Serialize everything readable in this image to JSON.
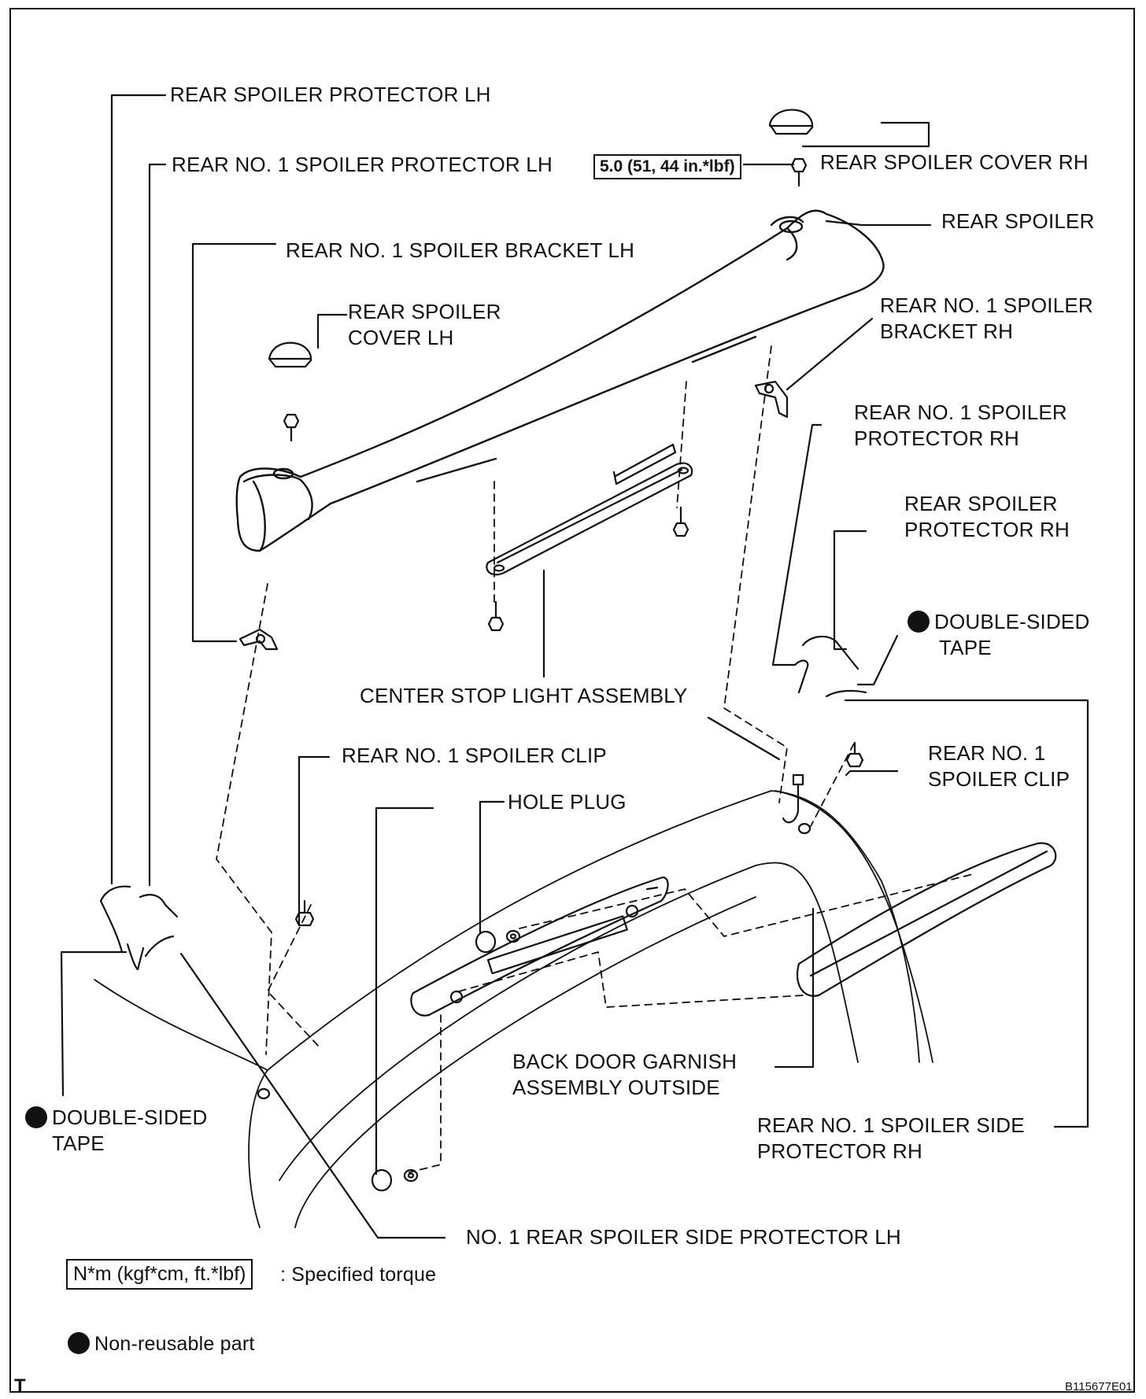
{
  "labels": {
    "rear_spoiler_protector_lh": "REAR SPOILER PROTECTOR LH",
    "rear_no1_spoiler_protector_lh": "REAR NO. 1 SPOILER PROTECTOR LH",
    "torque_box": "5.0 (51, 44 in.*lbf)",
    "rear_spoiler_cover_rh": "REAR SPOILER COVER RH",
    "rear_spoiler": "REAR SPOILER",
    "rear_no1_spoiler_bracket_lh": "REAR NO. 1 SPOILER BRACKET LH",
    "rear_spoiler_cover_lh_1": "REAR SPOILER",
    "rear_spoiler_cover_lh_2": "COVER LH",
    "rear_no1_spoiler_bracket_rh_1": "REAR NO. 1 SPOILER",
    "rear_no1_spoiler_bracket_rh_2": "BRACKET RH",
    "rear_no1_spoiler_protector_rh_1": "REAR NO. 1 SPOILER",
    "rear_no1_spoiler_protector_rh_2": "PROTECTOR RH",
    "rear_spoiler_protector_rh_1": "REAR SPOILER",
    "rear_spoiler_protector_rh_2": "PROTECTOR RH",
    "double_sided_tape_rh_1": "DOUBLE-SIDED",
    "double_sided_tape_rh_2": "TAPE",
    "center_stop_light": "CENTER STOP LIGHT ASSEMBLY",
    "rear_no1_spoiler_clip_lh": "REAR NO. 1 SPOILER CLIP",
    "rear_no1_spoiler_clip_rh_1": "REAR NO. 1",
    "rear_no1_spoiler_clip_rh_2": "SPOILER CLIP",
    "hole_plug": "HOLE PLUG",
    "back_door_garnish_1": "BACK DOOR GARNISH",
    "back_door_garnish_2": "ASSEMBLY OUTSIDE",
    "double_sided_tape_lh_1": "DOUBLE-SIDED",
    "double_sided_tape_lh_2": "TAPE",
    "rear_no1_spoiler_side_protector_rh_1": "REAR NO. 1 SPOILER SIDE",
    "rear_no1_spoiler_side_protector_rh_2": "PROTECTOR RH",
    "no1_rear_spoiler_side_protector_lh": "NO. 1 REAR SPOILER SIDE PROTECTOR LH"
  },
  "legend": {
    "torque_unit_box": "N*m (kgf*cm, ft.*lbf)",
    "torque_desc": ": Specified torque",
    "non_reusable": "Non-reusable part"
  },
  "footer": {
    "left_mark": "T",
    "figure_id": "B115677E01"
  }
}
